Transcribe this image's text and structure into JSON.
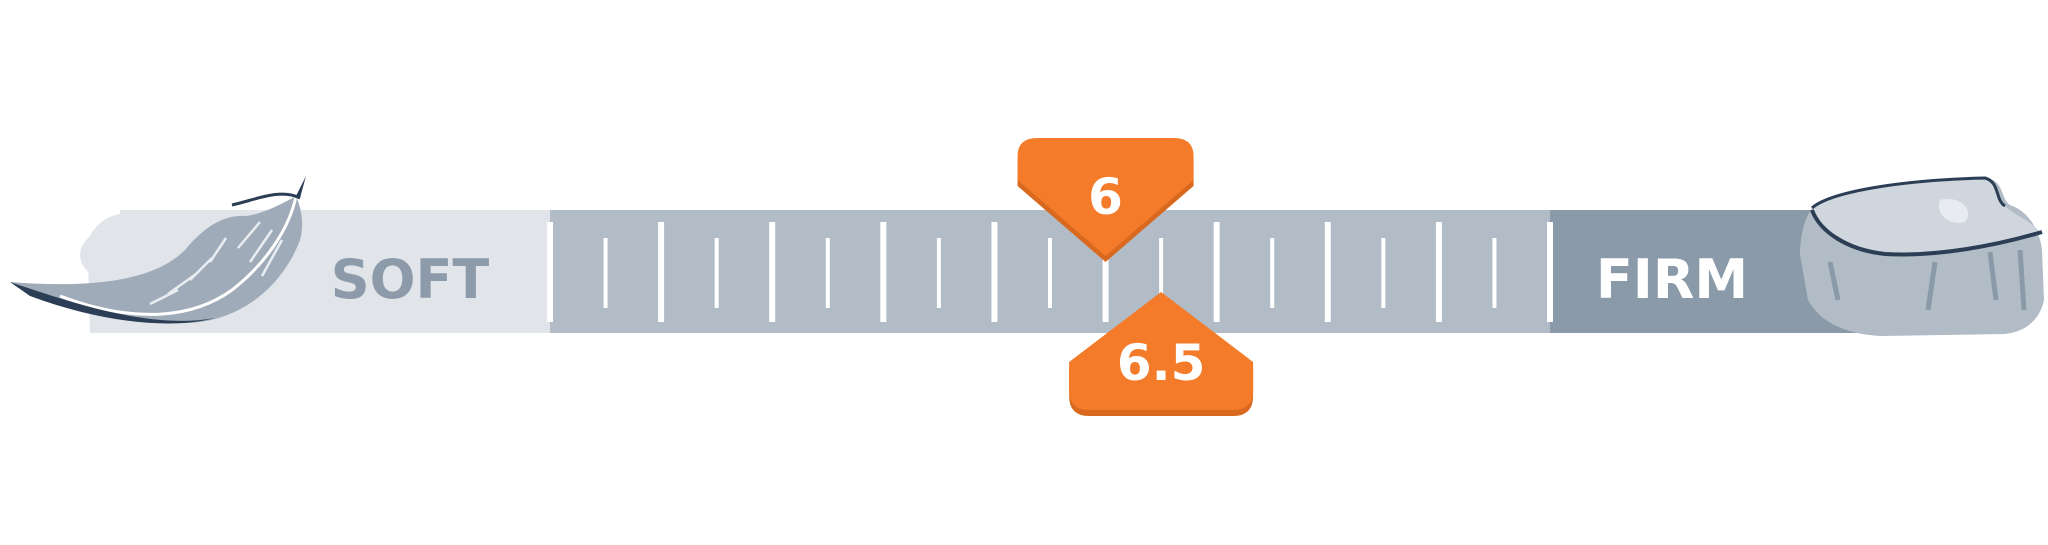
{
  "scale": {
    "soft_label": "SOFT",
    "firm_label": "FIRM",
    "min": 1,
    "max": 10,
    "left_icon": "feather-icon",
    "right_icon": "rock-icon"
  },
  "markers": [
    {
      "label": "6",
      "value": 6,
      "position": "above"
    },
    {
      "label": "6.5",
      "value": 6.5,
      "position": "below"
    }
  ],
  "colors": {
    "soft_zone": "#e1e5ea",
    "middle_zone": "#b2bcc6",
    "firm_zone": "#8a9aa9",
    "soft_text": "#8c9aaa",
    "firm_text": "#ffffff",
    "marker": "#f37b2a",
    "marker_shadow": "#d9691f",
    "ticks": "#ffffff"
  }
}
